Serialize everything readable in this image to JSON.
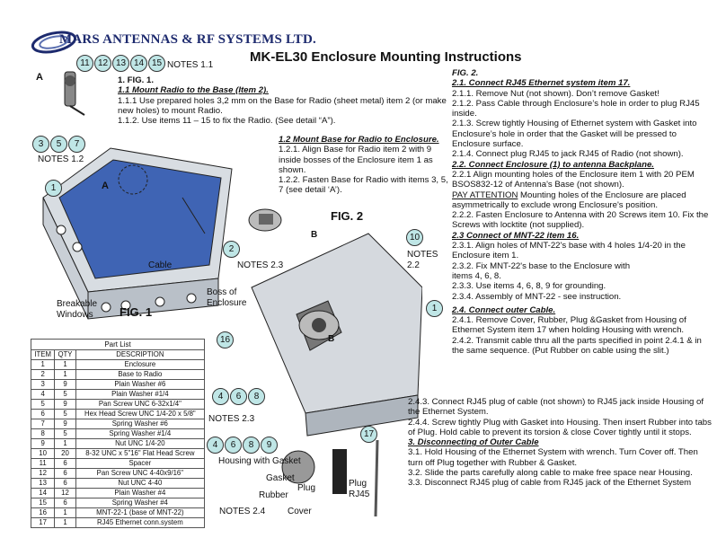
{
  "company": "MARS ANTENNAS & RF SYSTEMS LTD.",
  "title": "MK-EL30 Enclosure Mounting Instructions",
  "figure_labels": {
    "fig1": "FIG. 1",
    "fig2": "FIG. 2",
    "detail_a": "A",
    "detail_a2": "A",
    "detail_b": "B",
    "detail_b2": "B"
  },
  "notes": {
    "notes_1_1": "NOTES 1.1",
    "notes_1_2": "NOTES 1.2",
    "notes_2_2": "NOTES\n2.2",
    "notes_2_3a": "NOTES 2.3",
    "notes_2_3b": "NOTES 2.3",
    "notes_2_4": "NOTES 2.4"
  },
  "badges": {
    "row_top": [
      "11",
      "12",
      "13",
      "14",
      "15"
    ],
    "row_357": [
      "3",
      "5",
      "7"
    ],
    "one_left": "1",
    "two": "2",
    "ten": "10",
    "one_right": "1",
    "sixteen": "16",
    "row_468": [
      "4",
      "6",
      "8"
    ],
    "row_4689": [
      "4",
      "6",
      "8",
      "9"
    ],
    "seventeen": "17"
  },
  "callouts": {
    "breakable_windows": "Breakable\nWindows",
    "boss_of_enclosure": "Boss of\nEnclosure",
    "cable": "Cable",
    "housing_with_gasket": "Housing with Gasket",
    "gasket": "Gasket",
    "plug": "Plug",
    "rubber": "Rubber",
    "cover": "Cover",
    "plug_rj45": "Plug\nRJ45"
  },
  "section1": {
    "fig_heading": "1. FIG. 1.",
    "heading": "1.1 Mount Radio to the Base (Item 2).",
    "p1": "1.1.1 Use prepared holes 3,2 mm on the Base  for Radio (sheet metal) item 2 (or make new holes) to mount Radio.",
    "p2": "1.1.2. Use items 11 – 15  to fix the Radio. (See detail “A”)."
  },
  "section12": {
    "heading": "1.2 Mount Base for Radio to Enclosure.",
    "p1": "1.2.1. Align Base for Radio item 2 with 9 inside bosses of the Enclosure item 1 as shown.",
    "p2": "1.2.2. Fasten Base for Radio with items 3, 5, 7 (see detail ‘A’)."
  },
  "right": {
    "fig2": "FIG. 2.",
    "h21": "2.1. Connect RJ45 Ethernet system item 17.",
    "p211": "2.1.1. Remove Nut (not shown). Don’t remove Gasket!",
    "p212": "2.1.2. Pass Cable through Enclosure’s hole in order to plug RJ45 inside.",
    "p213": "2.1.3. Screw tightly Housing of Ethernet system with Gasket into Enclosure’s hole in order that the Gasket will be pressed to Enclosure surface.",
    "p214": "2.1.4. Connect plug RJ45 to jack RJ45 of Radio (not shown).",
    "h22": "2.2. Connect Enclosure (1) to antenna Backplane.",
    "p221": "2.2.1 Align mounting holes of the Enclosure item 1 with 20 PEM BSOS832-12 of Antenna's Base (not shown).",
    "pay_attention": "PAY ATTENTION",
    "p_pay": " Mounting holes of the Enclosure are placed asymmetrically to exclude wrong Enclosure's position.",
    "p222": "2.2.2. Fasten Enclosure to Antenna with 20 Screws item 10. Fix the Screws with locktite (not supplied).",
    "h23": "2.3 Connect of MNT-22 item 16.",
    "p231": "2.3.1. Align holes of MNT-22's base with 4 holes 1/4-20 in the Enclosure item 1.",
    "p232": "2.3.2. Fix MNT-22's base to the Enclosure with",
    "p232b": "items 4, 6, 8.",
    "p233": "2.3.3. Use items 4, 6, 8, 9 for grounding.",
    "p234": "2.3.4. Assembly of MNT-22 - see instruction.",
    "h24": "2.4. Connect outer Cable.",
    "p241": "2.4.1. Remove Cover, Rubber, Plug &Gasket from Housing of Ethernet System item 17 when holding Housing with wrench.",
    "p242": "2.4.2. Transmit cable thru all the parts specified in point 2.4.1 & in the same sequence. (Put Rubber on cable using the slit.)",
    "p243": "2.4.3. Connect RJ45 plug of cable (not shown) to RJ45 jack inside Housing of the Ethernet System.",
    "p244": "2.4.4. Screw tightly Plug with Gasket into Housing. Then insert Rubber into tabs of Plug. Hold cable to prevent its torsion & close Cover tightly until it stops.",
    "h3": "3. Disconnecting of Outer Cable",
    "p31": "3.1. Hold Housing of the Ethernet System with wrench. Turn Cover off. Then turn off Plug together with Rubber & Gasket.",
    "p32": "3.2. Slide the parts carefully along cable to make free space near Housing.",
    "p33": "3.3. Disconnect RJ45 plug of cable from RJ45 jack of the Ethernet System"
  },
  "parts_list": {
    "caption": "Part List",
    "headers": [
      "ITEM",
      "QTY",
      "DESCRIPTION"
    ],
    "rows": [
      [
        "1",
        "1",
        "Enclosure"
      ],
      [
        "2",
        "1",
        "Base to Radio"
      ],
      [
        "3",
        "9",
        "Plain Washer #6"
      ],
      [
        "4",
        "5",
        "Plain Washer #1/4"
      ],
      [
        "5",
        "9",
        "Pan Screw UNC 6-32x1/4\""
      ],
      [
        "6",
        "5",
        "Hex Head Screw UNC 1/4-20 x 5/8\""
      ],
      [
        "7",
        "9",
        "Spring Washer #6"
      ],
      [
        "8",
        "5",
        "Spring Washer #1/4"
      ],
      [
        "9",
        "1",
        "Nut UNC 1/4-20"
      ],
      [
        "10",
        "20",
        "8-32 UNC x 5\"16\" Flat Head Screw"
      ],
      [
        "11",
        "6",
        "Spacer"
      ],
      [
        "12",
        "6",
        "Pan Screw UNC 4-40x9/16\""
      ],
      [
        "13",
        "6",
        "Nut UNC 4-40"
      ],
      [
        "14",
        "12",
        "Plain Washer #4"
      ],
      [
        "15",
        "6",
        "Spring Washer #4"
      ],
      [
        "16",
        "1",
        "MNT-22-1 (base of MNT-22)"
      ],
      [
        "17",
        "1",
        "RJ45 Ethernet conn.system"
      ]
    ]
  },
  "colors": {
    "badge_fill": "#bfe6e6",
    "logo_blue": "#1d2a6e",
    "panel_blue": "#3f64b4"
  }
}
